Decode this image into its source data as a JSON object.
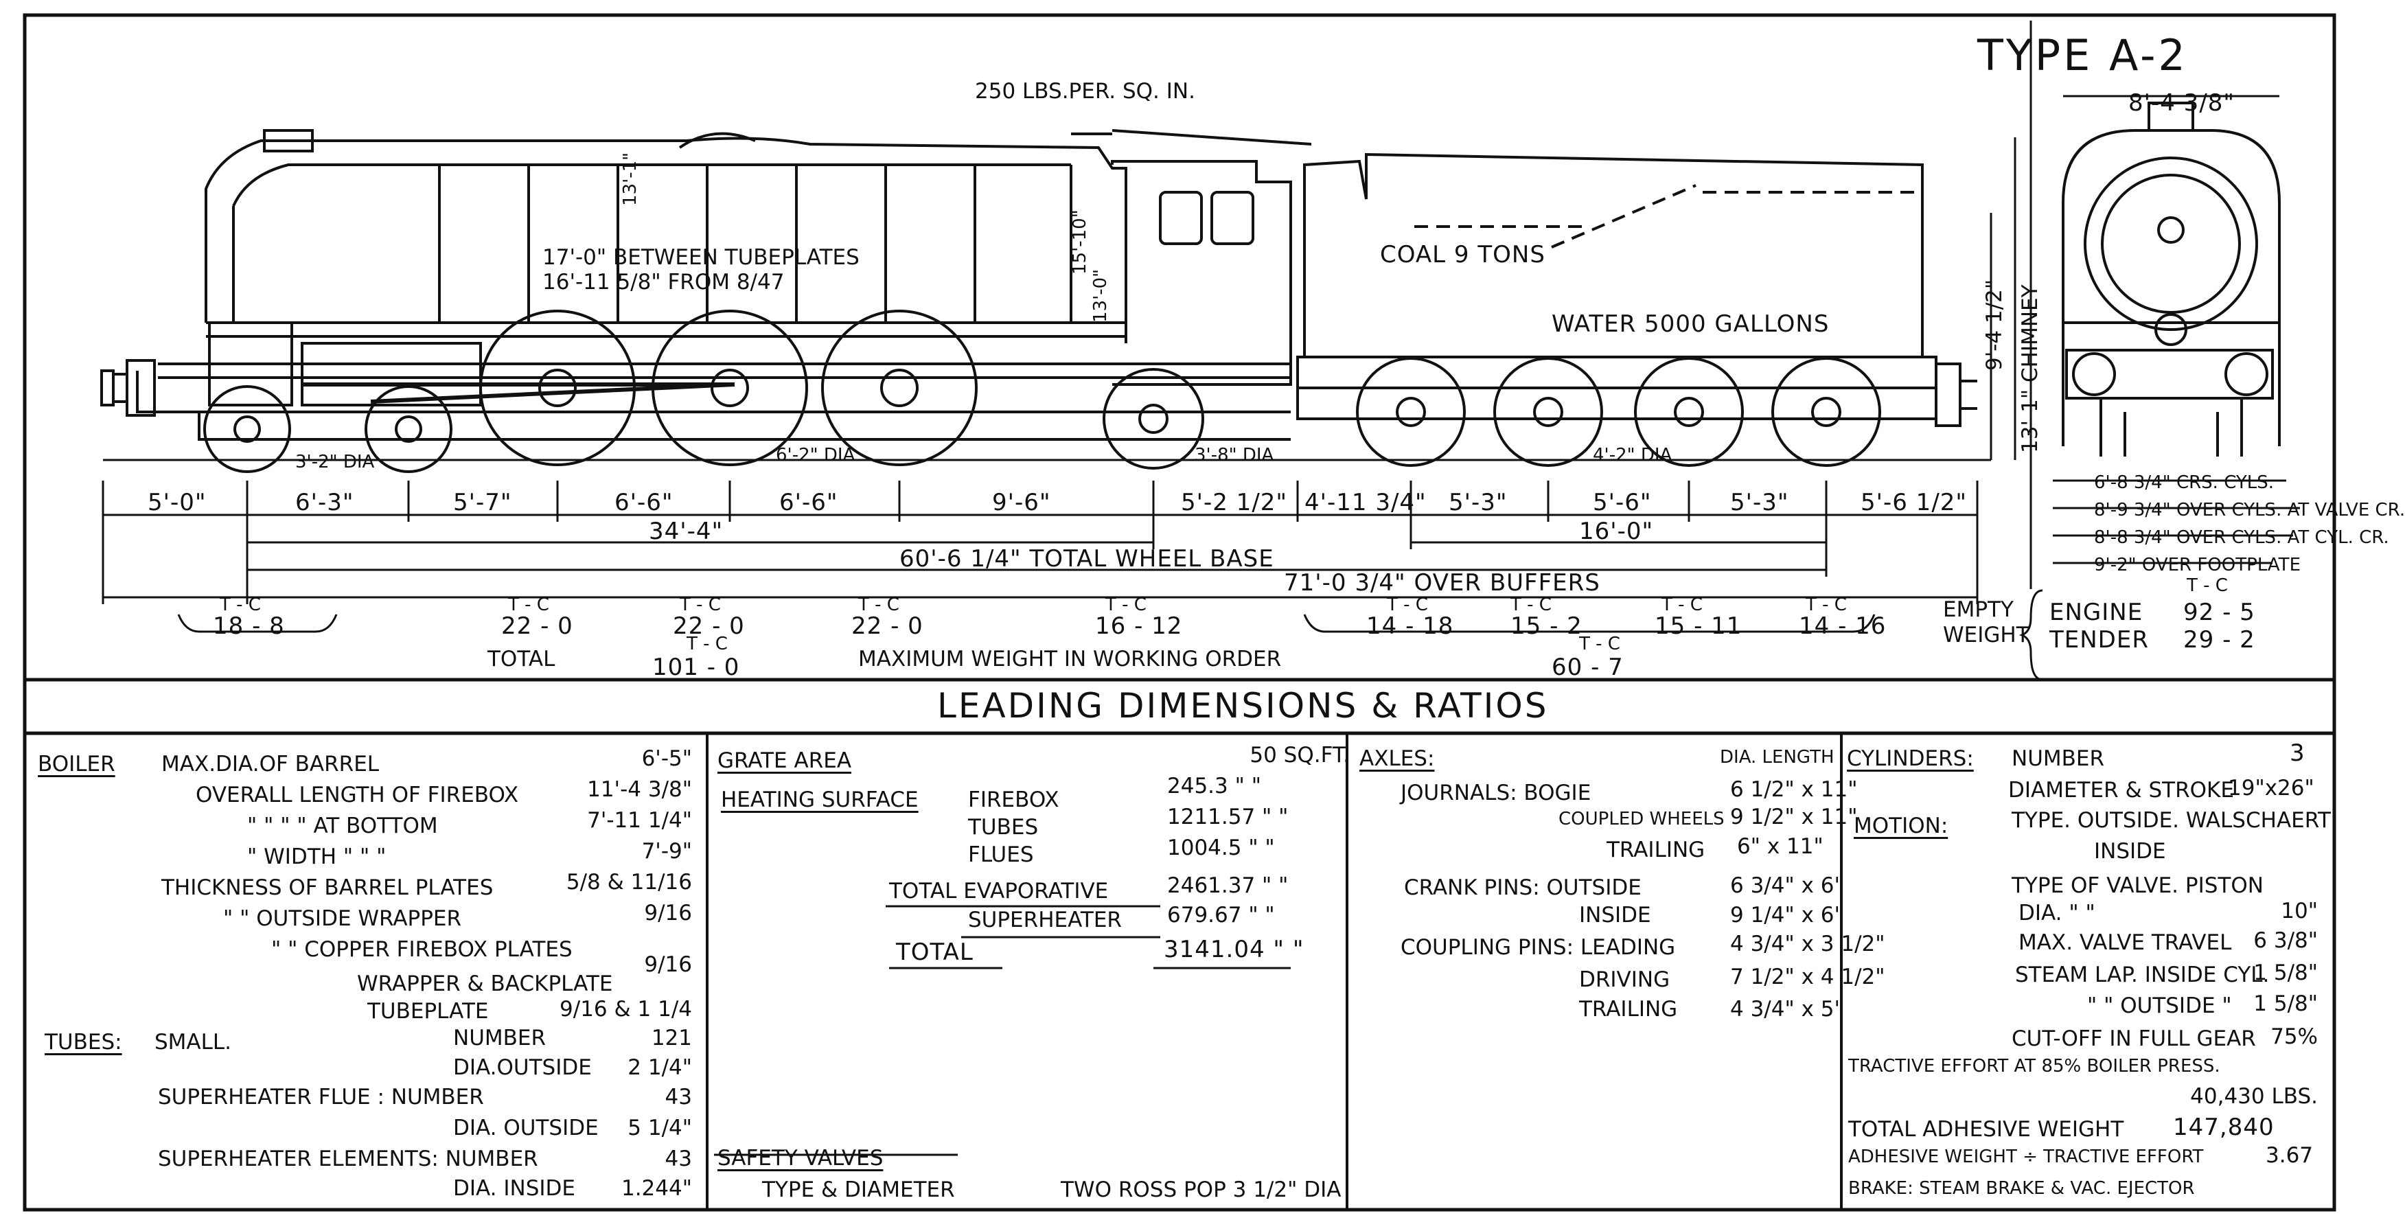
{
  "title": "TYPE A-2",
  "pressure": "250 LBS.PER. SQ. IN.",
  "elevation_labels": {
    "tubeplates": "17'-0\" BETWEEN TUBEPLATES",
    "tubeplates_from": "16'-11 5/8\" FROM 8/47",
    "boiler_height_a": "13'-1\"",
    "boiler_height_b": "15'-10\"",
    "boiler_height_c": "13'-0\"",
    "coal": "COAL 9 TONS",
    "water": "WATER 5000 GALLONS",
    "bogie_dia": "3'-2\" DIA",
    "coupled_dia": "6'-2\" DIA",
    "trailing_dia": "3'-8\" DIA",
    "tender_dia": "4'-2\" DIA",
    "height_overall": "9'-4 1/2\"",
    "chimney": "13'-1\" CHIMNEY",
    "width_top": "8'-4 3/8\""
  },
  "spacing_dims": [
    "5'-0\"",
    "6'-3\"",
    "5'-7\"",
    "6'-6\"",
    "6'-6\"",
    "9'-6\"",
    "5'-2 1/2\"",
    "4'-11 3/4\"",
    "5'-3\"",
    "5'-6\"",
    "5'-3\"",
    "5'-6 1/2\""
  ],
  "overall_dims": {
    "engine_wb": "34'-4\"",
    "tender_wb": "16'-0\"",
    "total_wb": "60'-6 1/4\" TOTAL WHEEL BASE",
    "over_buffers": "71'-0 3/4\" OVER BUFFERS"
  },
  "end_view_dims": [
    "6'-8 3/4\" CRS. CYLS.",
    "8'-9 3/4\" OVER CYLS. AT VALVE CR.",
    "8'-8 3/4\" OVER CYLS. AT CYL. CR.",
    "9'-2\" OVER FOOTPLATE"
  ],
  "axle_weights": {
    "unit_label": "T - C",
    "engine": [
      "18 - 8",
      "22 - 0",
      "22 - 0",
      "22 - 0",
      "16 - 12"
    ],
    "tender": [
      "14 - 18",
      "15 - 2",
      "15 - 11",
      "14 - 16"
    ],
    "total_label": "TOTAL",
    "engine_total": "101 - 0",
    "tender_total": "60 - 7",
    "caption": "MAXIMUM WEIGHT IN WORKING ORDER"
  },
  "empty_weight": {
    "label_a": "EMPTY",
    "label_b": "WEIGHT",
    "unit_label": "T - C",
    "engine_label": "ENGINE",
    "engine_value": "92 - 5",
    "tender_label": "TENDER",
    "tender_value": "29 - 2"
  },
  "section_title": "LEADING DIMENSIONS & RATIOS",
  "boiler": {
    "heading": "BOILER",
    "rows": [
      {
        "label": "MAX.DIA.OF BARREL",
        "value": "6'-5\""
      },
      {
        "label": "OVERALL LENGTH OF FIREBOX",
        "value": "11'-4 3/8\""
      },
      {
        "label": "\" \" \" \" AT BOTTOM",
        "value": "7'-11 1/4\""
      },
      {
        "label": "\" WIDTH \" \" \"",
        "value": "7'-9\""
      },
      {
        "label": "THICKNESS OF BARREL PLATES",
        "value": "5/8 & 11/16"
      },
      {
        "label": "\" \" OUTSIDE WRAPPER",
        "value": "9/16"
      },
      {
        "label": "\" \" COPPER FIREBOX PLATES",
        "value": "9/16"
      },
      {
        "label": "WRAPPER & BACKPLATE",
        "value": ""
      },
      {
        "label": "TUBEPLATE",
        "value": "9/16 & 1 1/4"
      }
    ]
  },
  "tubes": {
    "heading": "TUBES:",
    "small": "SMALL.",
    "rows": [
      {
        "label": "NUMBER",
        "value": "121"
      },
      {
        "label": "DIA.OUTSIDE",
        "value": "2 1/4\""
      },
      {
        "label": "SUPERHEATER FLUE : NUMBER",
        "value": "43"
      },
      {
        "label": "DIA. OUTSIDE",
        "value": "5 1/4\""
      },
      {
        "label": "SUPERHEATER ELEMENTS: NUMBER",
        "value": "43"
      },
      {
        "label": "DIA. INSIDE",
        "value": "1.244\""
      }
    ]
  },
  "grate": {
    "heading": "GRATE AREA",
    "value": "50 SQ.FT."
  },
  "heating_surface": {
    "heading": "HEATING SURFACE",
    "rows": [
      {
        "label": "FIREBOX",
        "value": "245.3 \" \""
      },
      {
        "label": "TUBES",
        "value": "1211.57 \" \""
      },
      {
        "label": "FLUES",
        "value": "1004.5 \" \""
      }
    ],
    "total_evap_label": "TOTAL EVAPORATIVE",
    "total_evap_value": "2461.37 \" \"",
    "superheater_label": "SUPERHEATER",
    "superheater_value": "679.67 \" \"",
    "total_label": "TOTAL",
    "total_value": "3141.04 \" \""
  },
  "safety_valves": {
    "heading": "SAFETY VALVES",
    "label": "TYPE & DIAMETER",
    "value": "TWO ROSS POP 3 1/2\" DIA"
  },
  "axles": {
    "heading": "AXLES:",
    "col_header": "DIA. LENGTH",
    "rows": [
      {
        "label": "JOURNALS: BOGIE",
        "value": "6 1/2\" x 11\""
      },
      {
        "label": "COUPLED WHEELS",
        "value": "9 1/2\" x 11\""
      },
      {
        "label": "TRAILING",
        "value": "6\" x 11\""
      },
      {
        "label": "CRANK PINS: OUTSIDE",
        "value": "6 3/4\" x 6\""
      },
      {
        "label": "INSIDE",
        "value": "9 1/4\" x 6\""
      },
      {
        "label": "COUPLING PINS: LEADING",
        "value": "4 3/4\" x 3 1/2\""
      },
      {
        "label": "DRIVING",
        "value": "7 1/2\" x 4 1/2\""
      },
      {
        "label": "TRAILING",
        "value": "4 3/4\" x 5\""
      }
    ]
  },
  "cylinders": {
    "heading": "CYLINDERS:",
    "number_label": "NUMBER",
    "number_value": "3",
    "bore_label": "DIAMETER & STROKE",
    "bore_value": "19\"x26\""
  },
  "motion": {
    "heading": "MOTION:",
    "rows": [
      {
        "label": "TYPE. OUTSIDE. WALSCHAERT",
        "value": ""
      },
      {
        "label": "INSIDE",
        "value": ""
      },
      {
        "label": "TYPE OF VALVE. PISTON",
        "value": ""
      },
      {
        "label": "DIA. \" \"",
        "value": "10\""
      },
      {
        "label": "MAX. VALVE TRAVEL",
        "value": "6 3/8\""
      },
      {
        "label": "STEAM LAP. INSIDE CYL.",
        "value": "1 5/8\""
      },
      {
        "label": "\" \" OUTSIDE \"",
        "value": "1 5/8\""
      },
      {
        "label": "CUT-OFF IN FULL GEAR",
        "value": "75%"
      }
    ],
    "tractive_label": "TRACTIVE EFFORT AT 85% BOILER PRESS.",
    "tractive_value": "40,430 LBS.",
    "adhesive_label": "TOTAL ADHESIVE WEIGHT",
    "adhesive_value": "147,840",
    "ratio_label": "ADHESIVE WEIGHT ÷ TRACTIVE EFFORT",
    "ratio_value": "3.67",
    "brake": "BRAKE: STEAM BRAKE & VAC. EJECTOR"
  }
}
